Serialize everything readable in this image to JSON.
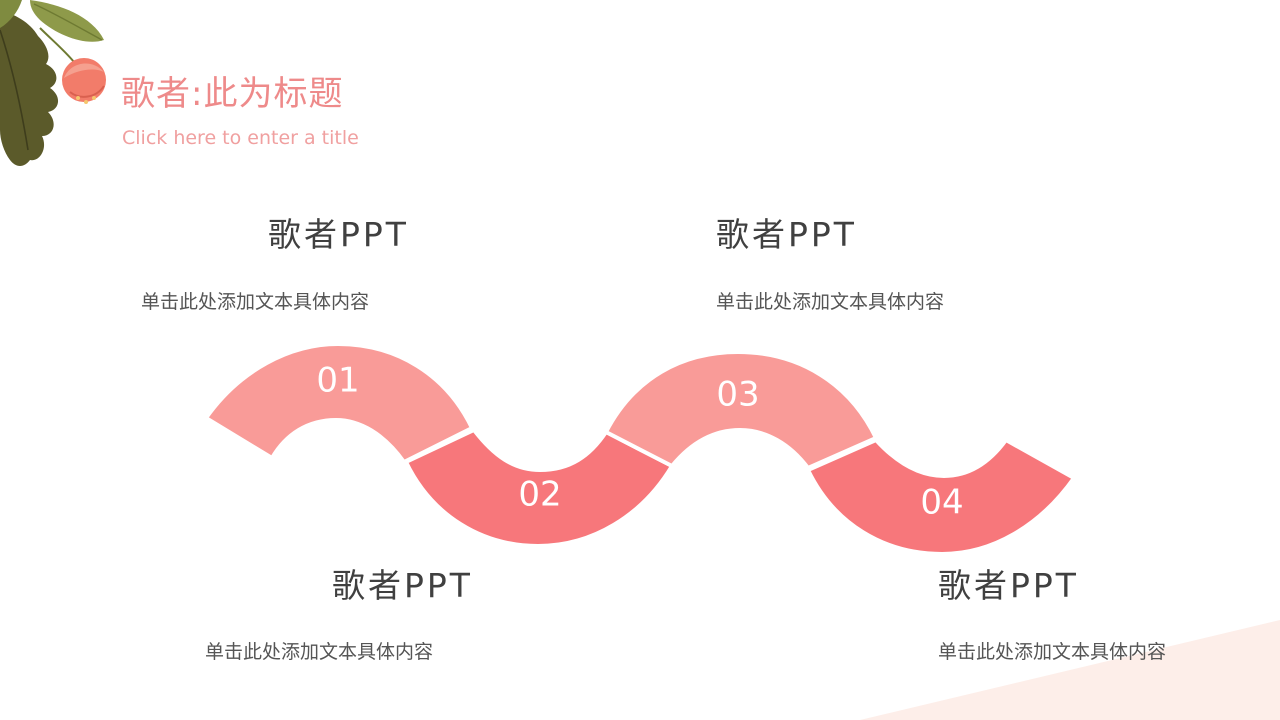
{
  "header": {
    "title": "歌者:此为标题",
    "subtitle": "Click here  to enter  a title"
  },
  "steps": [
    {
      "number": "01",
      "heading": "歌者PPT",
      "desc": "单击此处添加文本具体内容"
    },
    {
      "number": "02",
      "heading": "歌者PPT",
      "desc": "单击此处添加文本具体内容"
    },
    {
      "number": "03",
      "heading": "歌者PPT",
      "desc": "单击此处添加文本具体内容"
    },
    {
      "number": "04",
      "heading": "歌者PPT",
      "desc": "单击此处添加文本具体内容"
    }
  ],
  "colors": {
    "accent_light": "#f99b98",
    "accent_dark": "#f7777b",
    "title": "#ee8a8a",
    "leaf": "#6b6a2e",
    "corner_blush": "#fdeee9"
  }
}
